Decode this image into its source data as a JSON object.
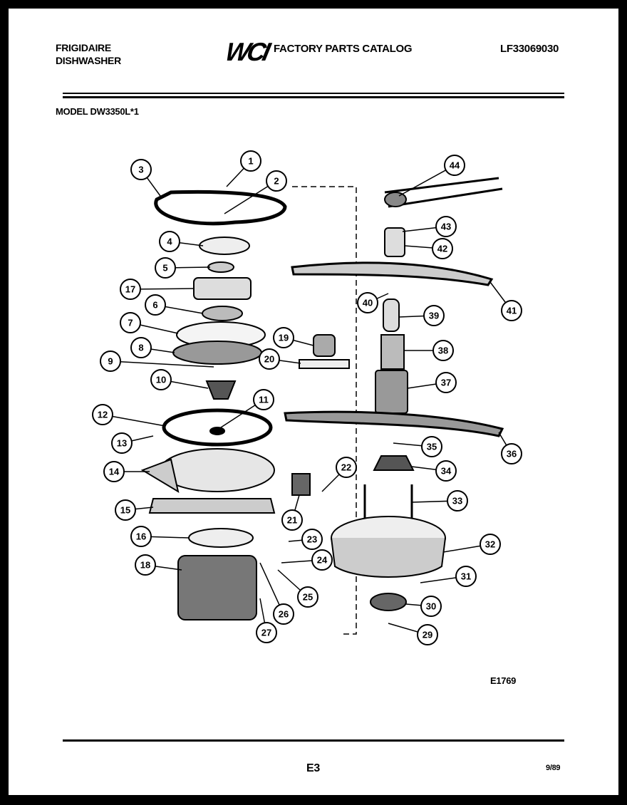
{
  "header": {
    "brand_line1": "FRIGIDAIRE",
    "brand_line2": "DISHWASHER",
    "logo": "WCI",
    "title": "FACTORY PARTS CATALOG",
    "catalog_code": "LF33069030",
    "model": "MODEL DW3350L*1"
  },
  "diagram": {
    "figure_code": "E1769",
    "callouts": [
      "1",
      "2",
      "3",
      "4",
      "5",
      "17",
      "6",
      "7",
      "8",
      "9",
      "10",
      "11",
      "12",
      "13",
      "14",
      "15",
      "16",
      "18",
      "19",
      "20",
      "21",
      "22",
      "23",
      "24",
      "25",
      "26",
      "27",
      "44",
      "43",
      "42",
      "41",
      "40",
      "39",
      "38",
      "37",
      "36",
      "35",
      "34",
      "33",
      "32",
      "31",
      "30",
      "29"
    ]
  },
  "footer": {
    "page": "E3",
    "date": "9/89"
  }
}
